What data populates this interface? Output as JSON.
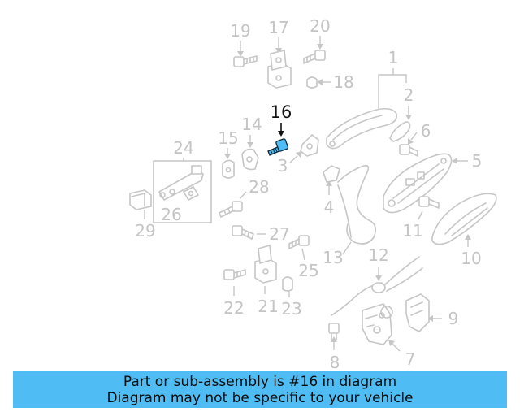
{
  "diagram": {
    "highlighted_callout": "16",
    "callouts": [
      "1",
      "2",
      "3",
      "4",
      "5",
      "6",
      "7",
      "8",
      "9",
      "10",
      "11",
      "12",
      "13",
      "14",
      "15",
      "17",
      "18",
      "19",
      "20",
      "21",
      "22",
      "23",
      "24",
      "25",
      "26",
      "27",
      "28",
      "29"
    ],
    "colors": {
      "highlight_part": "#4fbdf4",
      "callout_gray": "#c4c4c4",
      "highlight_text": "#111111"
    }
  },
  "banner": {
    "line1": "Part or sub-assembly is #16 in diagram",
    "line2": "Diagram may not be specific to your vehicle",
    "background": "#4fbdf4"
  }
}
